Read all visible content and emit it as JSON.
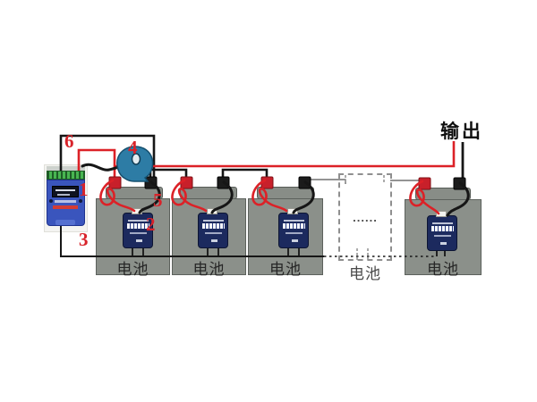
{
  "diagram": {
    "output_label": "输出",
    "ellipsis_label": "......",
    "callouts": [
      {
        "label": "1"
      },
      {
        "label": "2"
      },
      {
        "label": "3"
      },
      {
        "label": "4"
      },
      {
        "label": "5"
      },
      {
        "label": "6"
      }
    ],
    "batteries": [
      {
        "label": "电池",
        "type": "solid"
      },
      {
        "label": "电池",
        "type": "solid"
      },
      {
        "label": "电池",
        "type": "solid"
      },
      {
        "label": "电池",
        "type": "dashed"
      },
      {
        "label": "电池",
        "type": "solid"
      }
    ],
    "colors": {
      "wire_red": "#dc2127",
      "wire_black": "#1a1a1a",
      "battery_gray": "#8b908a",
      "clamp_teal": "#2d7ca5",
      "daq_blue": "#3a55bd",
      "daq_green": "#3aa348",
      "sensor_navy": "#1c2a5e",
      "callout_red": "#d8232a",
      "terminal_red": "#c8202a"
    }
  }
}
